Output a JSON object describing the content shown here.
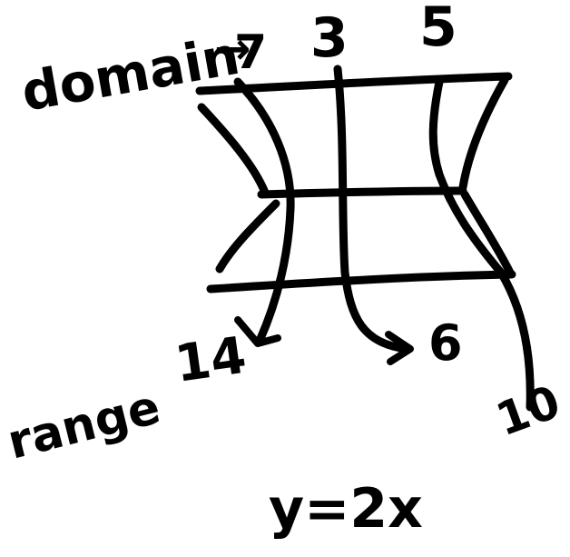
{
  "labels": {
    "domain_word": "domain",
    "domain_arrow": "→",
    "domain_value_1": "7",
    "domain_value_2": "3",
    "domain_value_3": "5",
    "range_word": "range",
    "range_value_1": "14",
    "range_value_2": "6",
    "range_value_3": "10",
    "equation": "y=2x"
  },
  "colors": {
    "ink": "#000000",
    "paper": "#ffffff"
  }
}
